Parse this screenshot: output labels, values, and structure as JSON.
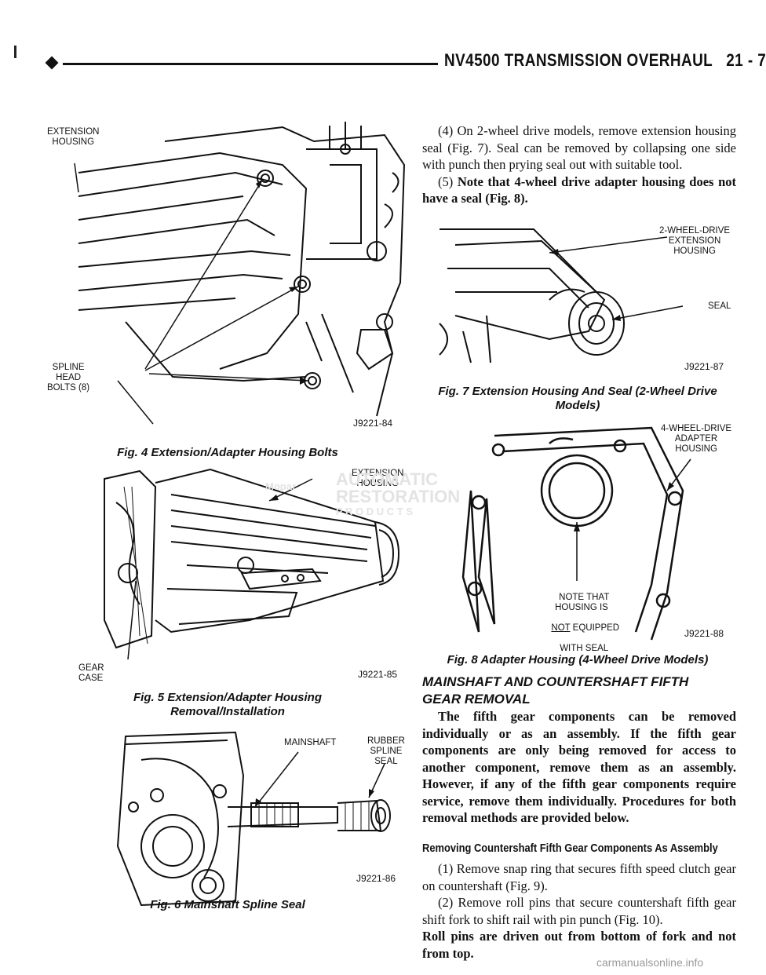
{
  "header": {
    "title": "NV4500 TRANSMISSION OVERHAUL",
    "page": "21 - 7"
  },
  "figures": {
    "fig4": {
      "label_extension": "EXTENSION\nHOUSING",
      "label_bolts": "SPLINE\nHEAD\nBOLTS (8)",
      "code": "J9221-84",
      "caption": "Fig. 4 Extension/Adapter Housing Bolts"
    },
    "fig5": {
      "label_extension": "EXTENSION\nHOUSING",
      "label_gear_case": "GEAR\nCASE",
      "code": "J9221-85",
      "caption": "Fig. 5 Extension/Adapter Housing\nRemoval/Installation"
    },
    "fig6": {
      "label_mainshaft": "MAINSHAFT",
      "label_seal": "RUBBER\nSPLINE\nSEAL",
      "code": "J9221-86",
      "caption": "Fig. 6 Mainshaft Spline Seal"
    },
    "fig7": {
      "label_housing": "2-WHEEL-DRIVE\nEXTENSION\nHOUSING",
      "label_seal": "SEAL",
      "code": "J9221-87",
      "caption": "Fig. 7 Extension Housing And Seal (2-Wheel Drive\nModels)"
    },
    "fig8": {
      "label_housing": "4-WHEEL-DRIVE\nADAPTER\nHOUSING",
      "note_a": "NOTE THAT\nHOUSING IS",
      "note_not": "NOT",
      "note_b": " EQUIPPED",
      "note_c": "WITH SEAL",
      "code": "J9221-88",
      "caption": "Fig. 8 Adapter Housing (4-Wheel Drive Models)"
    }
  },
  "text": {
    "step4": "(4) On 2-wheel drive models, remove extension housing seal (Fig. 7). Seal can be removed by collapsing one side with punch then prying seal out with suitable tool.",
    "step5_num": "(5) ",
    "step5_bold": "Note that 4-wheel drive adapter housing does not have a seal (Fig. 8).",
    "section_heading": "MAINSHAFT AND COUNTERSHAFT FIFTH GEAR REMOVAL",
    "section_para": "The fifth gear components can be removed individually or as an assembly. If the fifth gear components are only being removed for access to another component, remove them as an assembly. However, if any of the fifth gear components require service, remove them individually. Procedures for both removal methods are provided below.",
    "sub_heading": "Removing Countershaft Fifth Gear Components As Assembly",
    "sub1": "(1) Remove snap ring that secures fifth speed clutch gear on countershaft (Fig. 9).",
    "sub2": "(2) Remove roll pins that secure countershaft fifth gear shift fork to shift rail with pin punch (Fig. 10).",
    "sub2_bold": "Roll pins are driven out from bottom of fork and not from top."
  },
  "watermark": {
    "line1": "AUTOMATIC",
    "line2": "RESTORATION",
    "line3": "P R O D U C T S",
    "brand": "Mopar"
  },
  "footer": "carmanualsonline.info"
}
